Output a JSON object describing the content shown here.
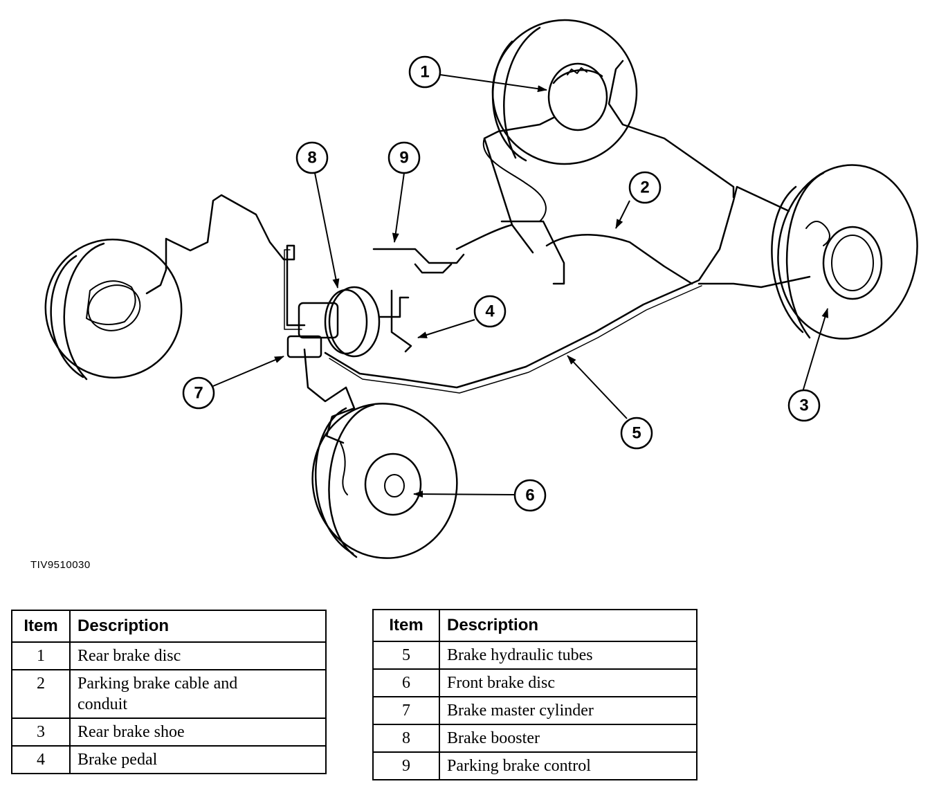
{
  "figure_id": "TIV9510030",
  "callouts": [
    "1",
    "2",
    "3",
    "4",
    "5",
    "6",
    "7",
    "8",
    "9"
  ],
  "legend_left": {
    "header_item": "Item",
    "header_description": "Description",
    "rows": [
      {
        "item": "1",
        "description": "Rear brake disc"
      },
      {
        "item": "2",
        "description": "Parking brake cable and conduit"
      },
      {
        "item": "3",
        "description": "Rear brake shoe"
      },
      {
        "item": "4",
        "description": "Brake pedal"
      }
    ]
  },
  "legend_right": {
    "header_item": "Item",
    "header_description": "Description",
    "rows": [
      {
        "item": "5",
        "description": "Brake hydraulic tubes"
      },
      {
        "item": "6",
        "description": "Front brake disc"
      },
      {
        "item": "7",
        "description": "Brake master cylinder"
      },
      {
        "item": "8",
        "description": "Brake booster"
      },
      {
        "item": "9",
        "description": "Parking brake control"
      }
    ]
  }
}
